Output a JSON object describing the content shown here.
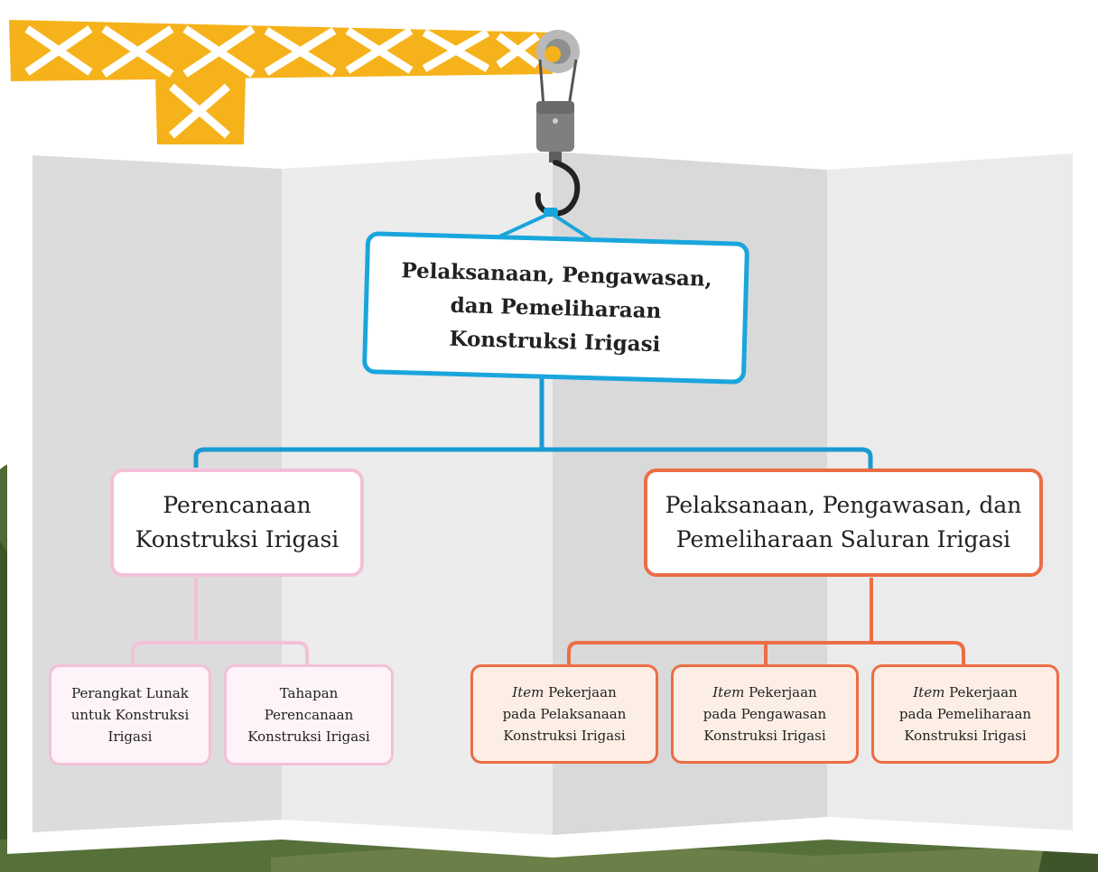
{
  "colors": {
    "root_border": "#1aa6dc",
    "pink_border": "#f4c0d8",
    "pink_leaf_fill": "#fdf3f8",
    "orange_border": "#ec6d46",
    "orange_leaf_fill": "#fdeee5",
    "crane_yellow": "#f6b21b",
    "map_panel_light": "#eceded",
    "map_panel_dark": "#d6d7d7",
    "foliage": "#4f6a34"
  },
  "root": {
    "line1": "Pelaksanaan, Pengawasan,",
    "line2": "dan Pemeliharaan",
    "line3": "Konstruksi Irigasi"
  },
  "planning": {
    "line1": "Perencanaan",
    "line2": "Konstruksi Irigasi",
    "leaves": [
      {
        "line1": "Perangkat Lunak",
        "line2": "untuk Konstruksi",
        "line3": "Irigasi"
      },
      {
        "line1": "Tahapan",
        "line2": "Perencanaan",
        "line3": "Konstruksi Irigasi"
      }
    ]
  },
  "execution": {
    "line1": "Pelaksanaan, Pengawasan, dan",
    "line2": "Pemeliharaan Saluran Irigasi",
    "leaves": [
      {
        "italic": "Item",
        "rest": " Pekerjaan",
        "line2": "pada Pelaksanaan",
        "line3": "Konstruksi Irigasi"
      },
      {
        "italic": "Item",
        "rest": " Pekerjaan",
        "line2": "pada Pengawasan",
        "line3": "Konstruksi Irigasi"
      },
      {
        "italic": "Item",
        "rest": " Pekerjaan",
        "line2": "pada Pemeliharaan",
        "line3": "Konstruksi Irigasi"
      }
    ]
  }
}
